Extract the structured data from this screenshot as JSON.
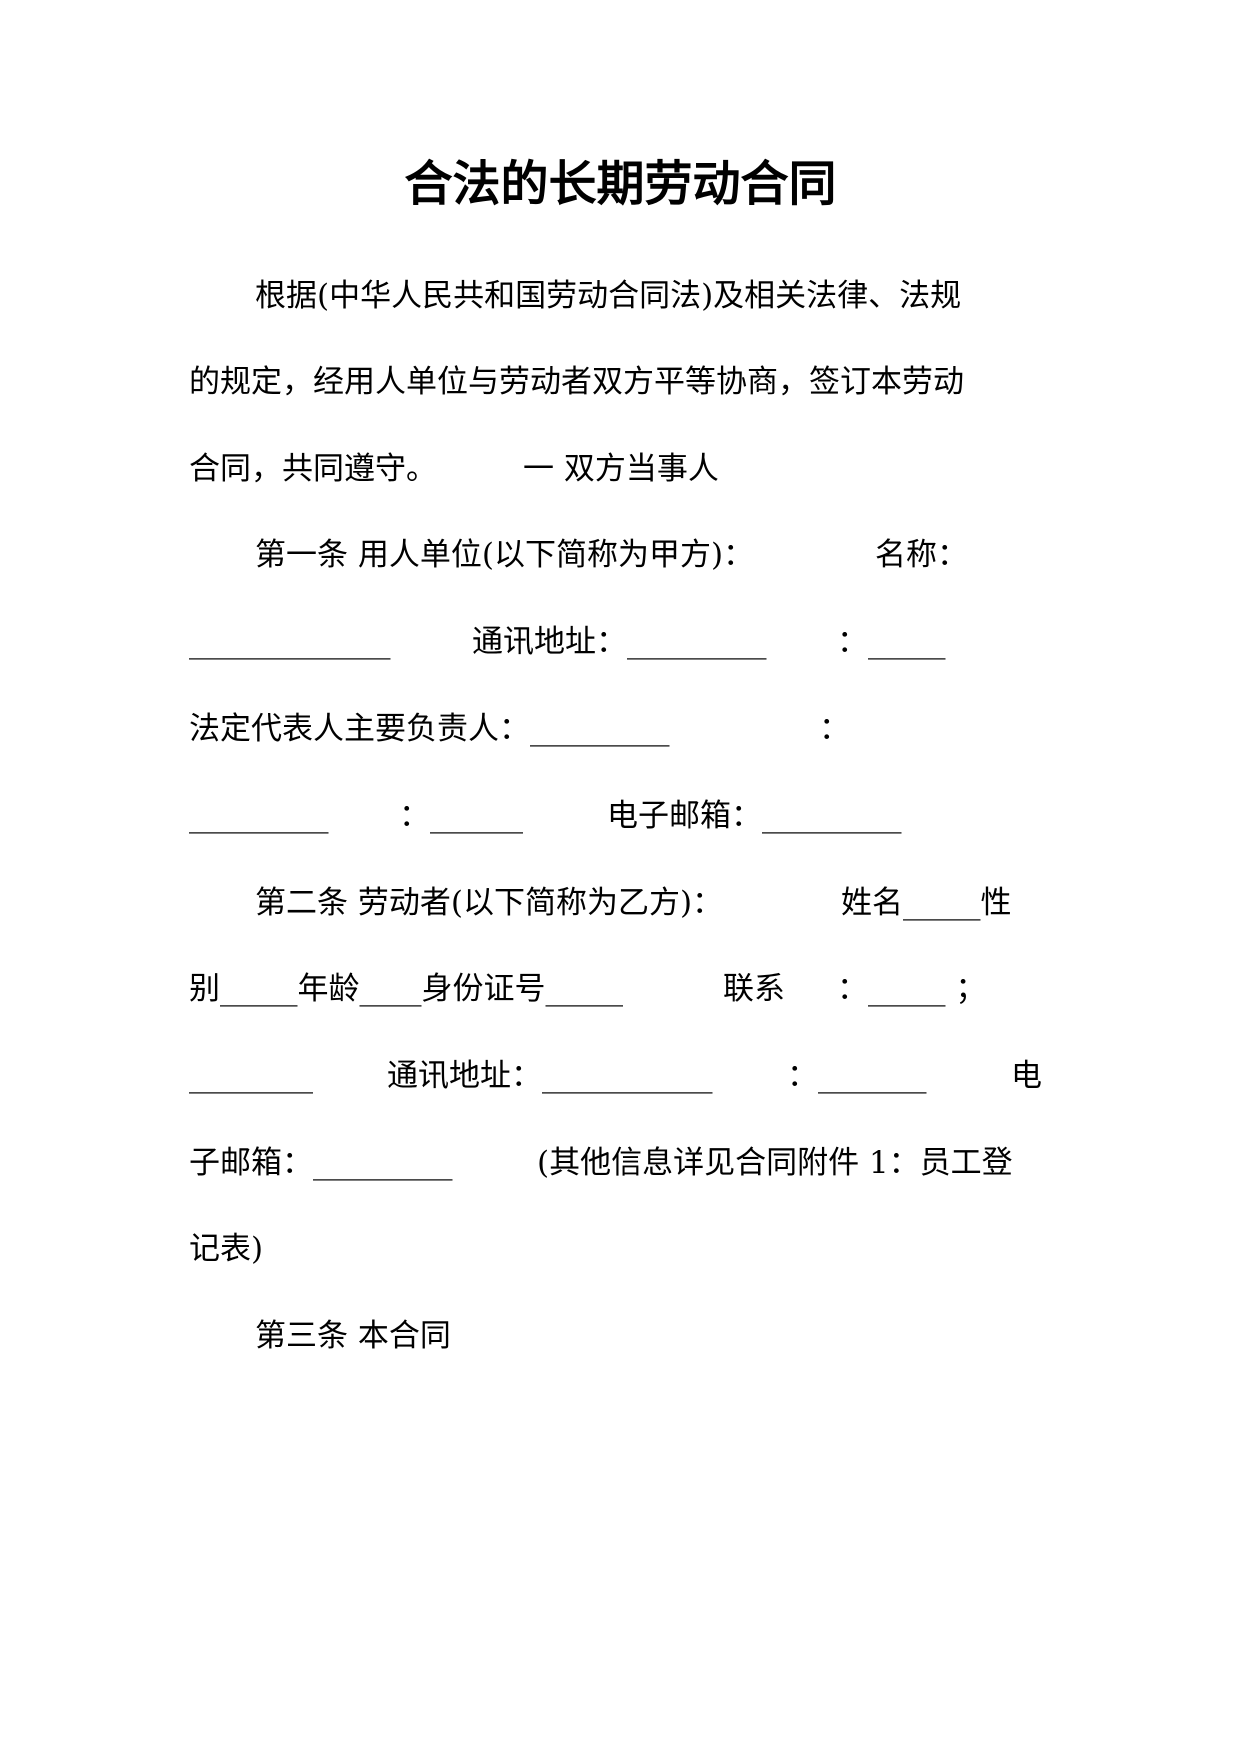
{
  "title": "合法的长期劳动合同",
  "intro": {
    "line1": "根据(中华人民共和国劳动合同法)及相关法律、法规",
    "line2": "的规定，经用人单位与劳动者双方平等协商，签订本劳动",
    "line3": "合同，共同遵守。",
    "section1_heading": "一  双方当事人"
  },
  "article1": {
    "heading": "第一条  用人单位(以下简称为甲方)：",
    "name_label": "名称：",
    "name_blank": "_____________",
    "address_label": "通讯地址：_________",
    "phone_blank": "：_____",
    "rep_label": "法定代表人主要负责人：_________",
    "rep_colon": "：",
    "blank_a": "_________",
    "blank_b": "：______",
    "email_label": "电子邮箱：_________"
  },
  "article2": {
    "heading": "第二条  劳动者(以下简称为乙方)：",
    "name_part": "姓名_____性",
    "gender_age_id": "别_____年龄____身份证号_____",
    "contact_label": "联系",
    "contact_blank": "：_____ ；",
    "blank_a": "________",
    "address_label": "通讯地址：___________",
    "blank_b": "：_______",
    "dian": "电",
    "email_label": "子邮箱：_________",
    "other_info": "(其他信息详见合同附件 1：员工登",
    "other_info_end": "记表)"
  },
  "article3": {
    "heading": "第三条  本合同"
  }
}
